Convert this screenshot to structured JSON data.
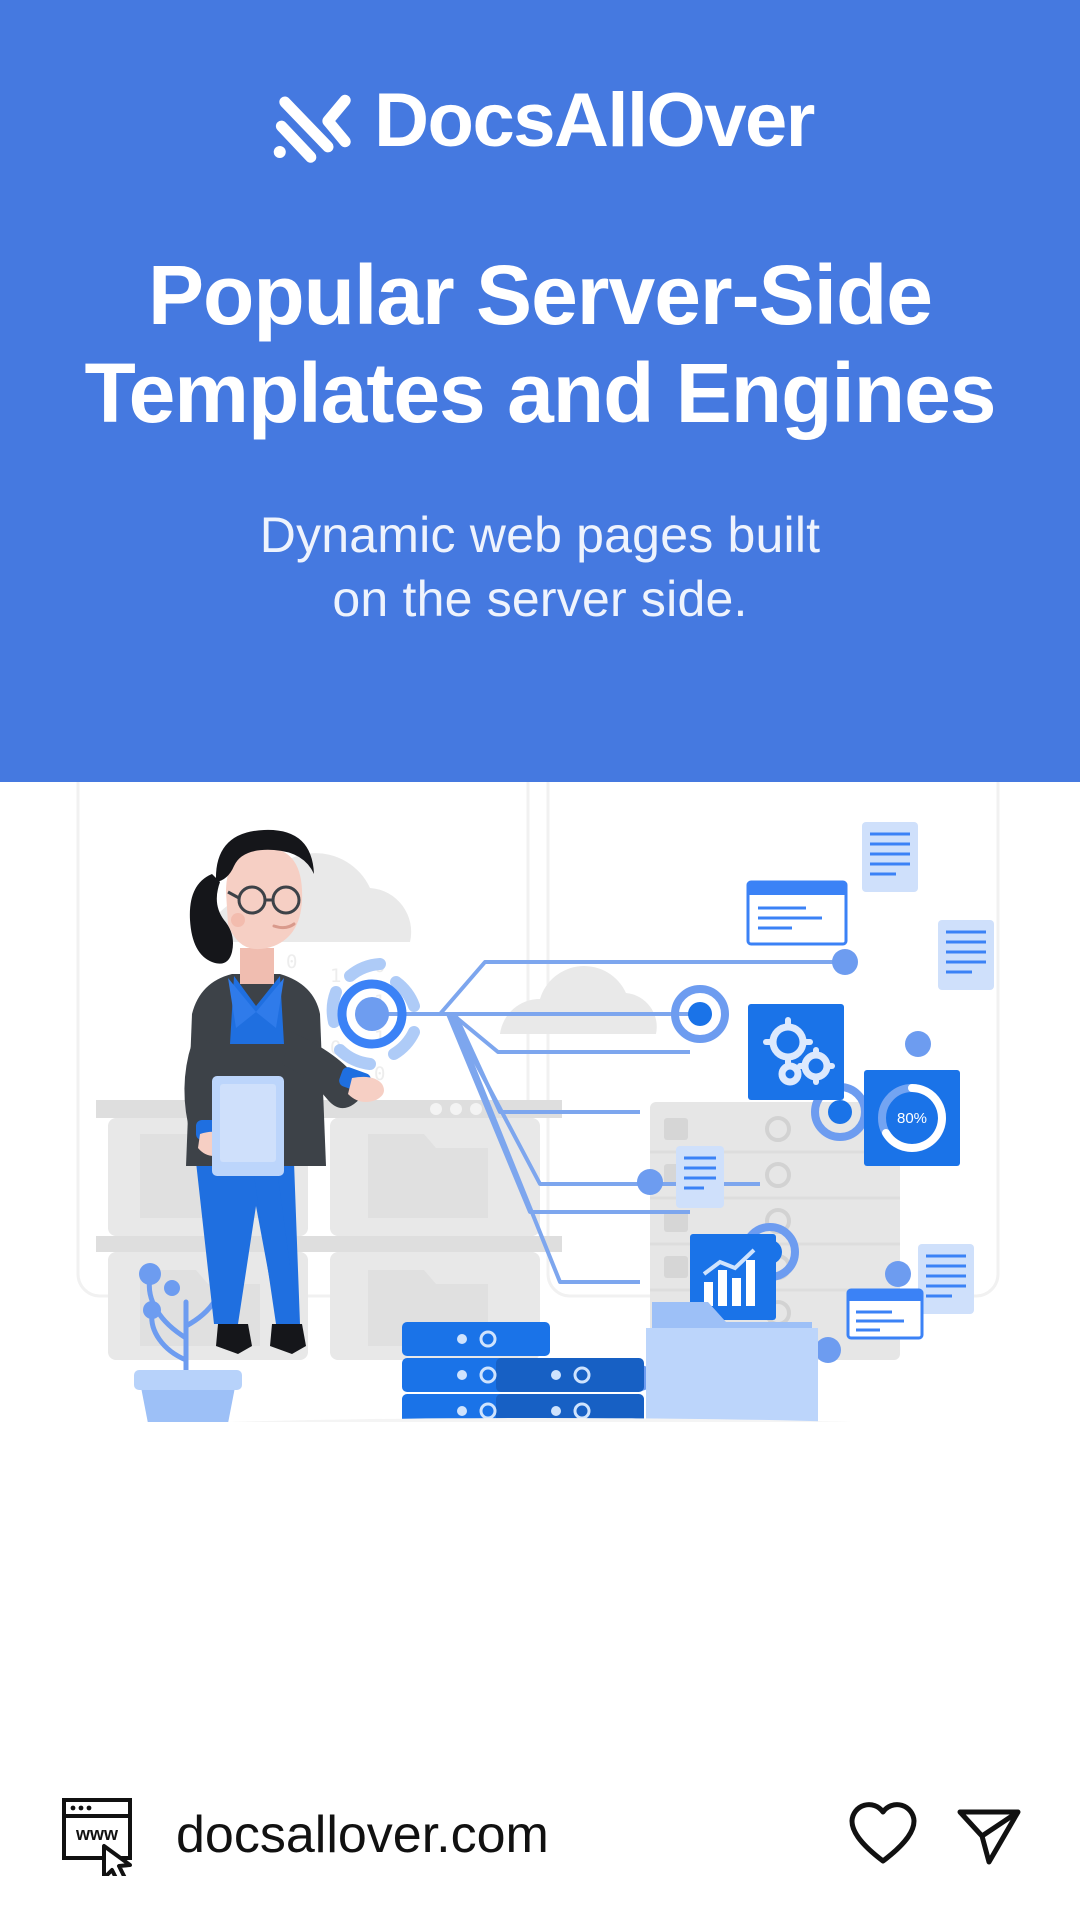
{
  "theme": {
    "brand_blue": "#4579e0",
    "accent_blue": "#1a73e8",
    "light_blue": "#8fb4f2",
    "panel_grey": "#e4e4e4",
    "text_dark": "#111111",
    "white": "#ffffff"
  },
  "header": {
    "logo_icon": "docsallover-mark-icon",
    "brand_name": "DocsAllOver",
    "headline": [
      "Popular Server-Side",
      "Templates and Engines"
    ],
    "subtitle": [
      "Dynamic web pages built",
      "on the server side."
    ]
  },
  "illustration": {
    "alt": "woman-touching-network-node-illustration",
    "elements": [
      "cloud-icon",
      "binary-rain",
      "woman-character",
      "tablet-device",
      "potted-plant",
      "server-rack",
      "hub-node",
      "gears-card",
      "progress-card",
      "chart-card",
      "code-window-card",
      "document-card",
      "folder-icon",
      "database-stack"
    ],
    "progress_label": "80%"
  },
  "footer": {
    "browser_icon": "www-browser-icon",
    "browser_icon_label": "www",
    "cursor_icon": "cursor-arrow-icon",
    "site_url": "docsallover.com",
    "like_icon": "heart-icon",
    "share_icon": "paper-plane-icon"
  }
}
